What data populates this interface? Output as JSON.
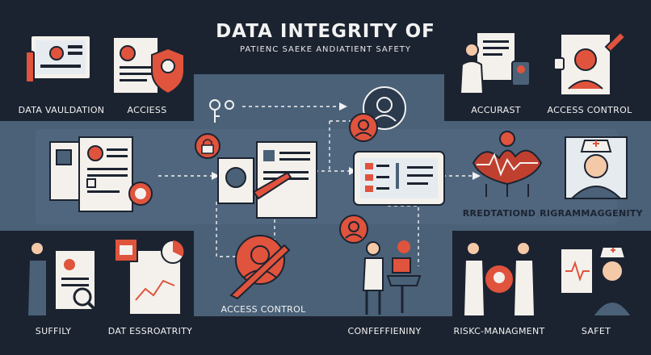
{
  "title": "DATA INTEGRITY OF",
  "subtitle": "PATIENC SAEKE ANDIATIENT SAFETY",
  "labels": {
    "data_validation": "DATA VAULDATION",
    "access": "ACCIESS",
    "accurast": "ACCURAST",
    "access_control_top": "ACCESS CONTROL",
    "rredtationd": "RREDTATIOND",
    "rigramaggenity": "RIGRAMMAGGENITY",
    "access_control_center": "ACCESS CONTROL",
    "suffily": "SUFFILY",
    "dat_essroatrity": "DAT ESSROATRITY",
    "confeffieniny": "CONFEFFIENINY",
    "risk_management": "RISKC-MANAGMENT",
    "safet": "SAFET"
  },
  "colors": {
    "background": "#1c2330",
    "panel": "#4a6178",
    "accent": "#e0533d",
    "outline": "#1c2330",
    "paper": "#f4f1ec"
  },
  "icons": [
    "monitor-icon",
    "document-icon",
    "shield-icon",
    "doctor-icon",
    "patient-card-icon",
    "lock-icon",
    "user-circle-icon",
    "tablet-form-icon",
    "heart-chart-icon",
    "nurse-icon",
    "clipboard-icon",
    "magnifier-icon",
    "person-icon",
    "syringe-icon"
  ]
}
